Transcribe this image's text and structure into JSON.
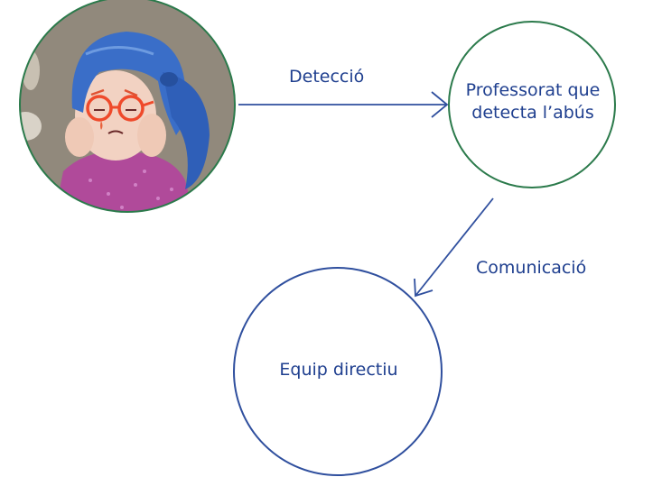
{
  "nodes": {
    "professorat": {
      "line1": "Professorat que",
      "line2": "detecta l’abús"
    },
    "equip": {
      "label": "Equip directiu"
    }
  },
  "edges": {
    "deteccio": "Detecció",
    "comunicacio": "Comunicació"
  },
  "colors": {
    "node_border": "#2b7a4b",
    "arrow": "#2f4f9e",
    "equip_border": "#2f4f9e",
    "text": "#1f3f8f"
  },
  "icons": {
    "portrait": "crying-girl-illustration-icon"
  }
}
